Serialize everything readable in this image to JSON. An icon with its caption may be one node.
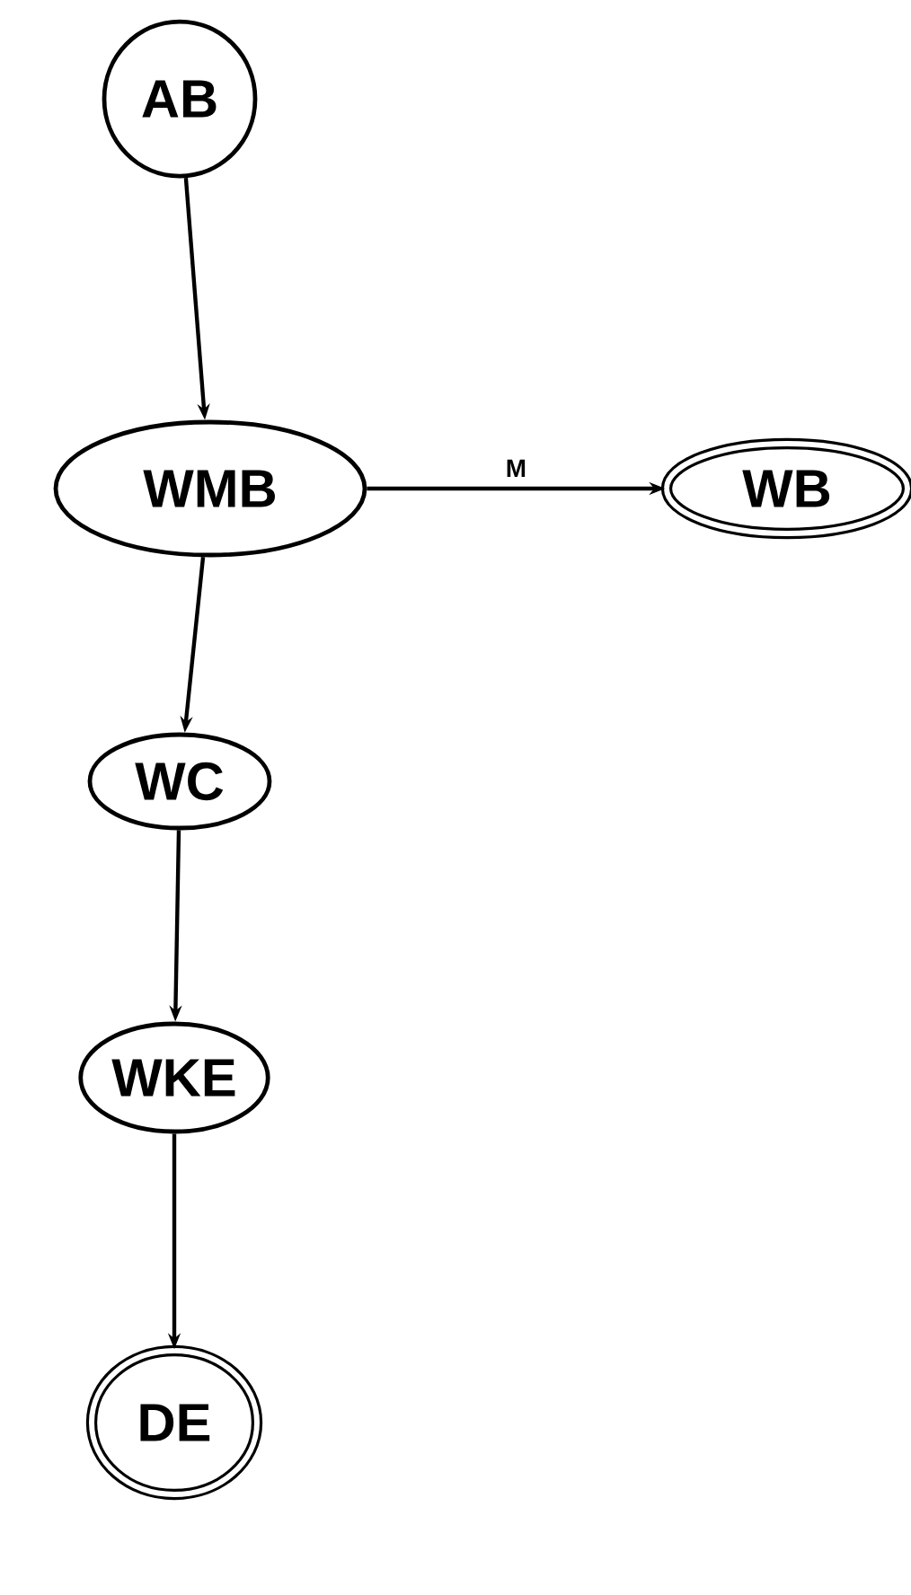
{
  "diagram": {
    "nodes": [
      {
        "text": [
          "AB"
        ]
      },
      {
        "text": [
          "WMB"
        ]
      },
      {
        "text": [
          "WB"
        ]
      },
      {
        "text": [
          "WC"
        ]
      },
      {
        "text": [
          "WKE"
        ]
      },
      {
        "text": [
          "DE"
        ]
      }
    ],
    "edges": [
      {
        "from": 0,
        "to": 1,
        "arrow": "to"
      },
      {
        "from": 1,
        "to": 2,
        "arrow": "to",
        "label": "M"
      },
      {
        "from": 1,
        "to": 3,
        "arrow": "to"
      },
      {
        "from": 3,
        "to": 4,
        "arrow": "to"
      },
      {
        "from": 4,
        "to": 5,
        "arrow": "to"
      }
    ]
  }
}
